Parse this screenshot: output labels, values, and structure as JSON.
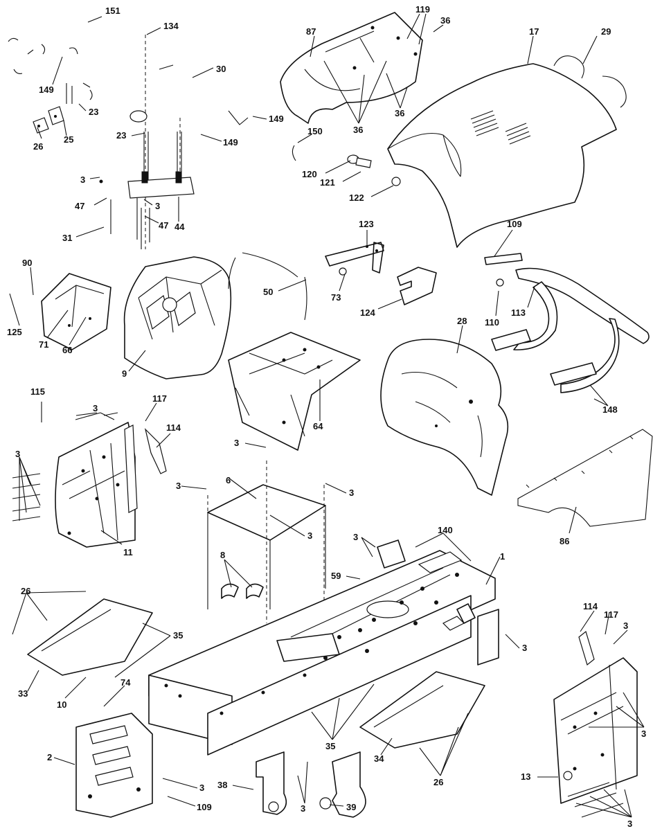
{
  "diagram": {
    "callouts": {
      "c151": "151",
      "c134": "134",
      "c30": "30",
      "c149a": "149",
      "c23a": "23",
      "c23b": "23",
      "c149b": "149",
      "c149c": "149",
      "c26a": "26",
      "c25": "25",
      "c3a": "3",
      "c47a": "47",
      "c3b": "3",
      "c47b": "47",
      "c44": "44",
      "c31": "31",
      "c87": "87",
      "c119": "119",
      "c36a": "36",
      "c36b": "36",
      "c36c": "36",
      "c150": "150",
      "c120": "120",
      "c121": "121",
      "c122": "122",
      "c17": "17",
      "c29": "29",
      "c90": "90",
      "c125": "125",
      "c71": "71",
      "c66": "66",
      "c9": "9",
      "c50": "50",
      "c123": "123",
      "c73": "73",
      "c124": "124",
      "c64": "64",
      "c109": "109",
      "c110": "110",
      "c113": "113",
      "c28": "28",
      "c148": "148",
      "c86": "86",
      "c115": "115",
      "c3c": "3",
      "c117a": "117",
      "c114a": "114",
      "c3d": "3",
      "c11": "11",
      "c3e": "3",
      "c6": "6",
      "c3f": "3",
      "c3g": "3",
      "c3h": "3",
      "c8": "8",
      "c3i": "3",
      "c140": "140",
      "c1": "1",
      "c59": "59",
      "c3j": "3",
      "c26b": "26",
      "c35a": "35",
      "c33": "33",
      "c10": "10",
      "c74": "74",
      "c2": "2",
      "c3k": "3",
      "c109b": "109",
      "c38": "38",
      "c3l": "3",
      "c39": "39",
      "c35b": "35",
      "c34": "34",
      "c26c": "26",
      "c114b": "114",
      "c117b": "117",
      "c3m": "3",
      "c3n": "3",
      "c13": "13",
      "c3o": "3"
    }
  }
}
